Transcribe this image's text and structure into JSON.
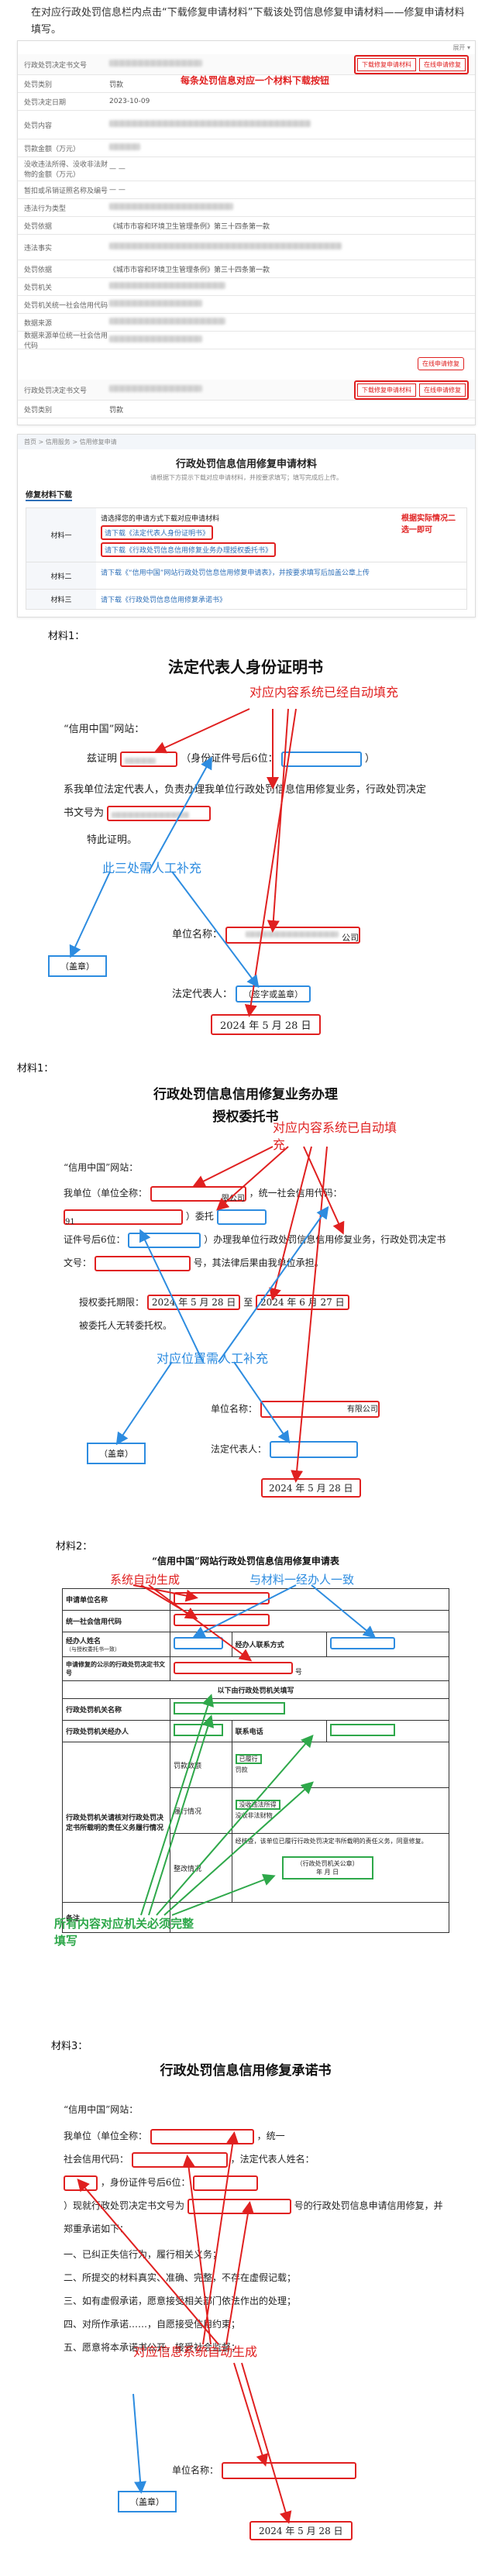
{
  "intro": {
    "line1": "在对应行政处罚信息栏内点击“下载修复申请材料”下载该处罚信息修复申请材料——修复申请材料填写。"
  },
  "shot1": {
    "top_right_label": "展开 ▾",
    "row1_label": "行政处罚决定书文号",
    "row1_btn_download": "下载修复申请材料",
    "row1_btn_apply": "在线申请修复",
    "annotation": "每条处罚信息对应一个材料下载按钮",
    "rows": [
      {
        "k": "处罚类别",
        "v": "罚款"
      },
      {
        "k": "处罚决定日期",
        "v": "2023-10-09"
      },
      {
        "k": "处罚内容",
        "v": ""
      },
      {
        "k": "罚款金额（万元）",
        "v": ""
      },
      {
        "k": "没收违法所得、没收非法财物的金额（万元）",
        "v": "— —"
      },
      {
        "k": "暂扣或吊销证照名称及编号",
        "v": "— —"
      },
      {
        "k": "违法行为类型",
        "v": ""
      },
      {
        "k": "处罚依据",
        "v": "《城市市容和环境卫生管理条例》第三十四条第一款"
      },
      {
        "k": "违法事实",
        "v": ""
      },
      {
        "k": "处罚依据",
        "v": "《城市市容和环境卫生管理条例》第三十四条第一款"
      },
      {
        "k": "处罚机关",
        "v": ""
      },
      {
        "k": "处罚机关统一社会信用代码",
        "v": ""
      },
      {
        "k": "数据来源",
        "v": ""
      },
      {
        "k": "数据来源单位统一社会信用代码",
        "v": ""
      }
    ],
    "bottom_btn_apply": "在线申请修复",
    "row2_label": "行政处罚决定书文号",
    "row2_btn_download": "下载修复申请材料",
    "row2_btn_apply": "在线申请修复",
    "row3_k": "处罚类别",
    "row3_v": "罚款"
  },
  "shot2": {
    "breadcrumb": "首页 > 信用服务 > 信用修复申请",
    "title": "行政处罚信息信用修复申请材料",
    "note": "请根据下方提示下载对应申请材料，并按要求填写；填写完成后上传。",
    "section": "修复材料下载",
    "m1_label": "材料一",
    "m1_text": "请选择您的申请方式下载对应申请材料",
    "m1_link_a": "请下载《法定代表人身份证明书》",
    "m1_link_b": "请下载《行政处罚信息信用修复业务办理授权委托书》",
    "m1_ann": "根据实际情况二选一即可",
    "m2_label": "材料二",
    "m2_text": "请下载《“信用中国”网站行政处罚信息信用修复申请表》，并按要求填写后加盖公章上传",
    "m3_label": "材料三",
    "m3_text": "请下载《行政处罚信息信用修复承诺书》"
  },
  "mat1_label": "材料1：",
  "doc1": {
    "title": "法定代表人身份证明书",
    "ann_auto": "对应内容系统已经自动填充",
    "greet": "“信用中国”网站：",
    "p1a": "兹证明",
    "p1b": "（身份证件号后6位：",
    "p1c": "）",
    "p2": "系我单位法定代表人，负责办理我单位行政处罚信息信用修复业务，行政处罚决定书文号为",
    "p3": "特此证明。",
    "ann_manual": "此三处需人工补充",
    "unit_label": "单位名称：",
    "unit_suffix": "公司",
    "legal_label": "法定代表人：",
    "sign_hint": "（签字或盖章）",
    "seal": "（盖章）",
    "date": "2024 年 5 月 28 日"
  },
  "mat1b_label": "材料1：",
  "doc2": {
    "title1": "行政处罚信息信用修复业务办理",
    "title2": "授权委托书",
    "ann_auto": "对应内容系统已自动填充",
    "greet": "“信用中国”网站：",
    "p1a": "我单位（单位全称：",
    "p1b": "限公司",
    "p1c": "，统一社会信用代码：",
    "p1code": "91",
    "p1d": "）委托",
    "p2a": "证件号后6位：",
    "p2b": "）办理我单位行政处罚信息信用修复业务，行政处罚决定书文号：",
    "p3": "号，其法律后果由我单位承担。",
    "p4a": "授权委托期限：",
    "p4date1": "2024 年 5 月 28 日",
    "p4mid": "至",
    "p4date2": "2024 年 6 月 27 日",
    "p5": "被委托人无转委托权。",
    "ann_manual": "对应位置需人工补充",
    "unit_label": "单位名称：",
    "unit_suffix": "有限公司",
    "legal_label": "法定代表人：",
    "seal": "（盖章）",
    "date": "2024 年 5 月 28 日"
  },
  "mat2_label": "材料2：",
  "doc3": {
    "title": "“信用中国”网站行政处罚信息信用修复申请表",
    "ann_sys": "系统自动生成",
    "ann_match": "与材料一经办人一致",
    "r1": "申请单位名称",
    "r2": "统一社会信用代码",
    "r3a": "经办人姓名",
    "r3a_sub": "（与授权委托书一致）",
    "r3b": "经办人联系方式",
    "r4": "申请修复的公示的行政处罚决定书文号",
    "r4_suffix": "号",
    "r5": "以下由行政处罚机关填写",
    "r6": "行政处罚机关名称",
    "r7a": "行政处罚机关经办人",
    "r7b": "联系电话",
    "opt_fine": "罚款数额",
    "opt_c1": "已履行",
    "opt_c2": "罚款",
    "opt_c3": "没收违法所得",
    "opt_c4": "没收非法财物",
    "sub1": "履行情况",
    "sub2": "整改情况",
    "left_big": "行政处罚机关请核对行政处罚决定书所载明的责任义务履行情况",
    "ann_all": "所有内容对应机关必须完整填写",
    "confirm": "经核查，该单位已履行行政处罚决定书所载明的责任义务，同意修复。",
    "seal_line": "（行政处罚机关公章）",
    "date_line": "年    月    日",
    "remark": "备注"
  },
  "mat3_label": "材料3：",
  "doc4": {
    "title": "行政处罚信息信用修复承诺书",
    "greet": "“信用中国”网站：",
    "p1a": "我单位（单位全称：",
    "p1b": "，统一",
    "p1c": "社会信用代码：",
    "p1d": "，法定代表人姓名：",
    "p1e": "，身份证件号后6位：",
    "p2": "）现就行政处罚决定书文号为",
    "p2b": "号的行政处罚信息申请信用修复，并郑重承诺如下：",
    "l1": "一、已纠正失信行为，履行相关义务；",
    "l2": "二、所提交的材料真实、准确、完整，不存在虚假记载；",
    "l3": "三、如有虚假承诺，愿意接受相关部门依法作出的处理；",
    "l4": "四、对所作承诺……，自愿接受信用约束；",
    "ann_sys": "对应信息系统自动生成",
    "l5": "五、愿意将本承诺书公开，接受社会监督；",
    "unit_label": "单位名称：",
    "seal": "（盖章）",
    "date": "2024 年 5 月 28 日"
  }
}
